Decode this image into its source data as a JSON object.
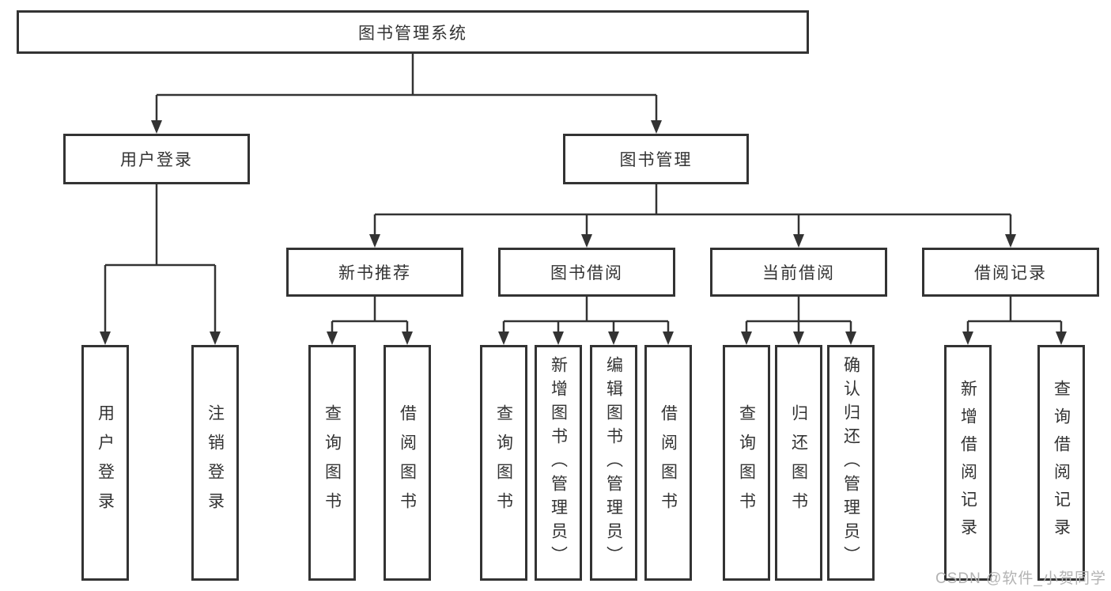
{
  "diagram": {
    "title": "图书管理系统",
    "level1": [
      {
        "id": "user-login",
        "label": "用户登录"
      },
      {
        "id": "book-management",
        "label": "图书管理"
      }
    ],
    "level2": [
      {
        "id": "new-book-recommend",
        "label": "新书推荐",
        "parent": "图书管理"
      },
      {
        "id": "book-borrow",
        "label": "图书借阅",
        "parent": "图书管理"
      },
      {
        "id": "current-borrow",
        "label": "当前借阅",
        "parent": "图书管理"
      },
      {
        "id": "borrow-records",
        "label": "借阅记录",
        "parent": "图书管理"
      }
    ],
    "leaves": [
      {
        "label": "用户登录",
        "parent": "用户登录"
      },
      {
        "label": "注销登录",
        "parent": "用户登录"
      },
      {
        "label": "查询图书",
        "parent": "新书推荐"
      },
      {
        "label": "借阅图书",
        "parent": "新书推荐"
      },
      {
        "label": "查询图书",
        "parent": "图书借阅"
      },
      {
        "label": "新增图书（管理员）",
        "parent": "图书借阅"
      },
      {
        "label": "编辑图书（管理员）",
        "parent": "图书借阅"
      },
      {
        "label": "借阅图书",
        "parent": "图书借阅"
      },
      {
        "label": "查询图书",
        "parent": "当前借阅"
      },
      {
        "label": "归还图书",
        "parent": "当前借阅"
      },
      {
        "label": "确认归还（管理员）",
        "parent": "当前借阅"
      },
      {
        "label": "新增借阅记录",
        "parent": "借阅记录"
      },
      {
        "label": "查询借阅记录",
        "parent": "借阅记录"
      }
    ]
  },
  "watermark": {
    "text": "CSDN @软件_小贺同学"
  },
  "colors": {
    "line": "#333333",
    "text": "#333333",
    "box_background": "#ffffff",
    "watermark": "#b3b3b3"
  }
}
